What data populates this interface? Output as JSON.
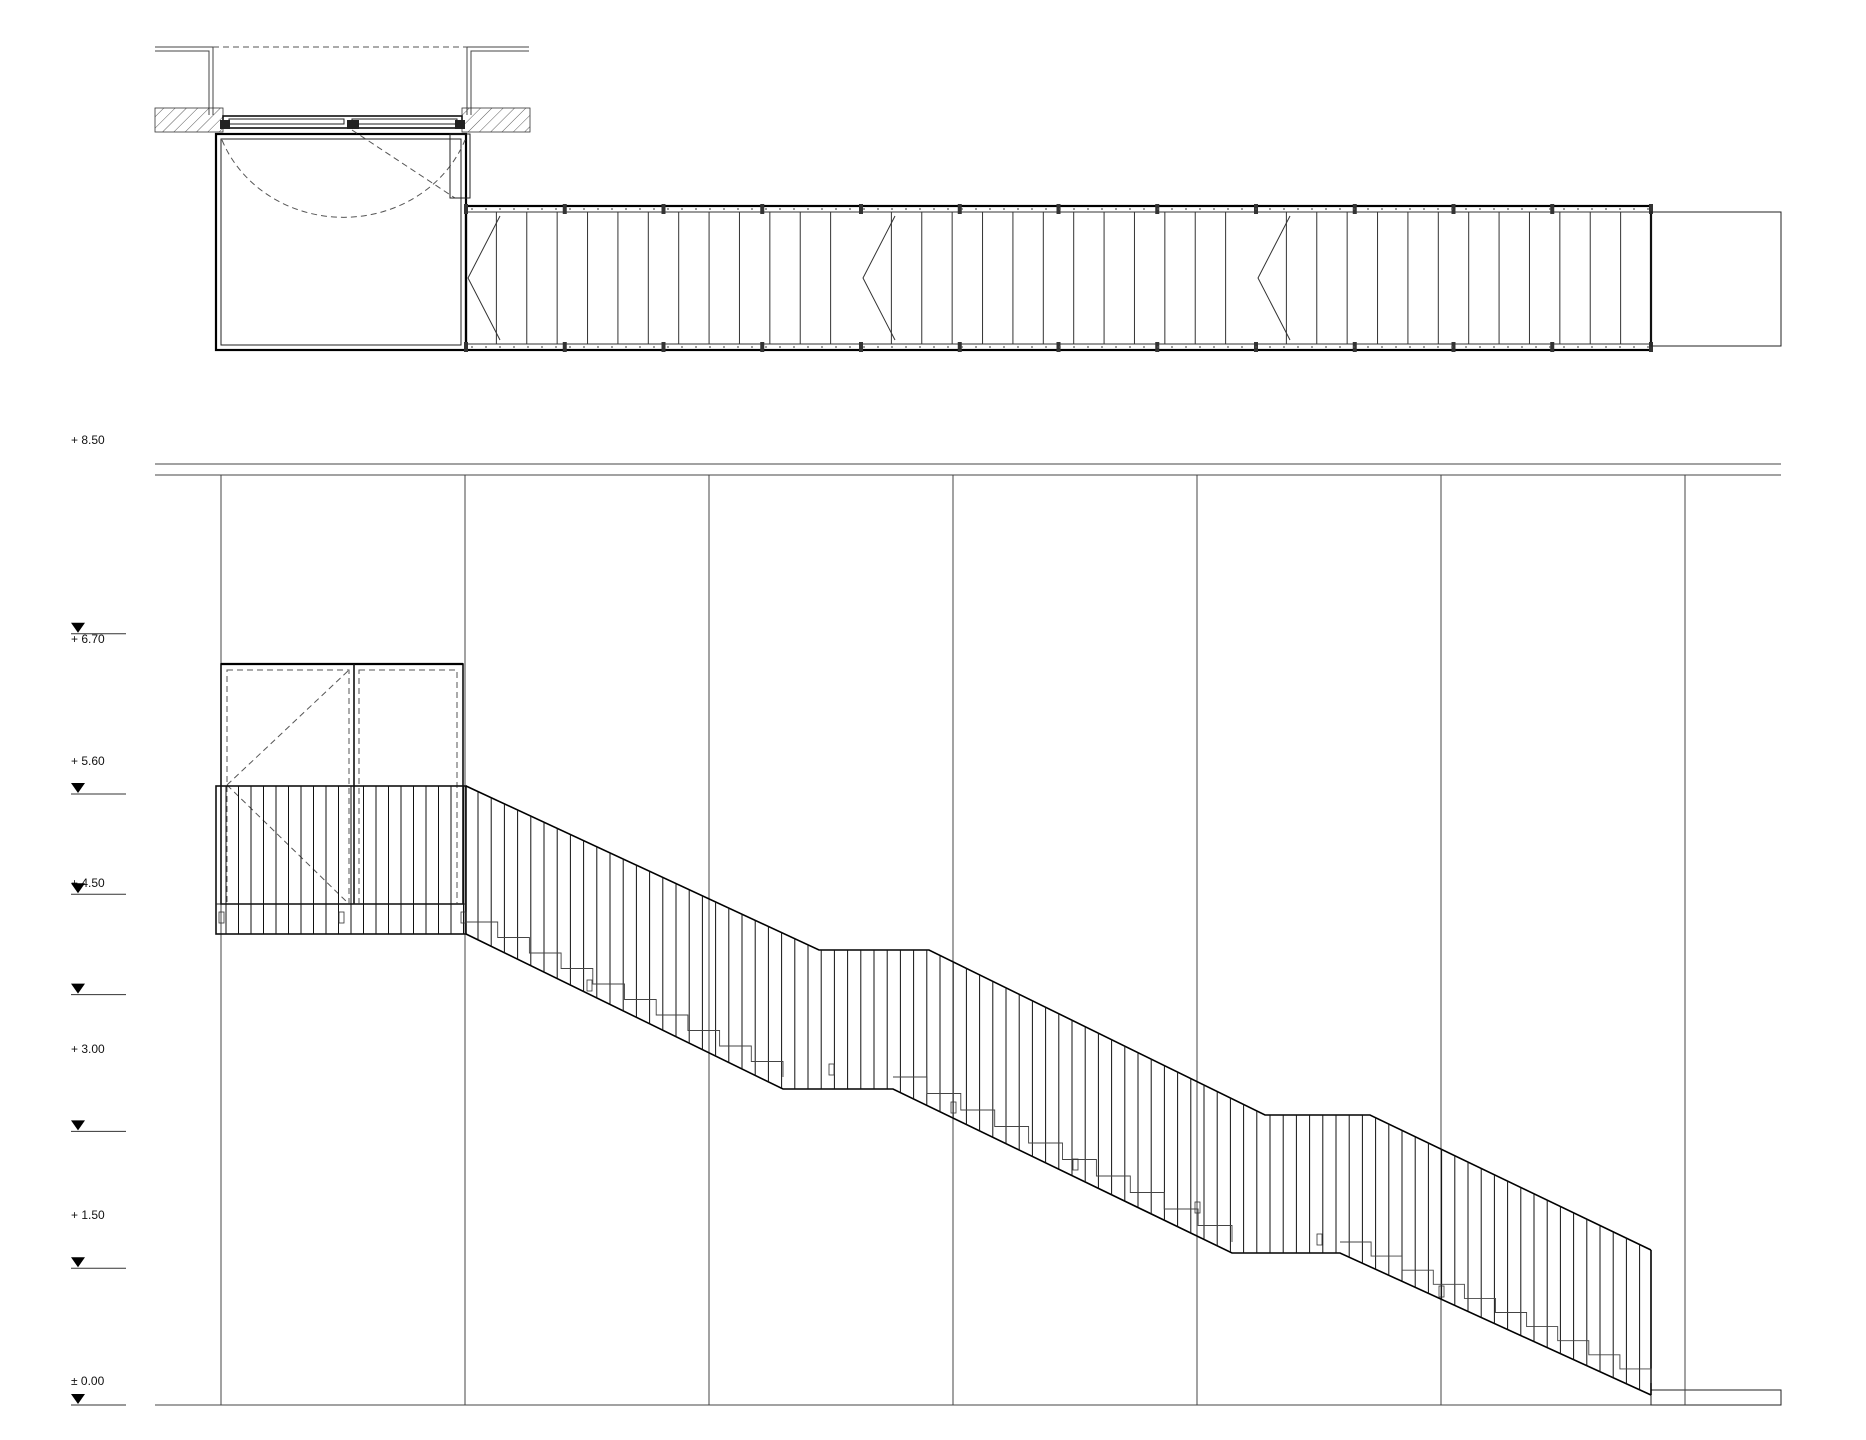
{
  "levels": [
    {
      "label": "+ 8.50",
      "value": 8.5
    },
    {
      "label": "+ 6.70",
      "value": 6.7
    },
    {
      "label": "+ 5.60",
      "value": 5.6
    },
    {
      "label": "+ 4.50",
      "value": 4.5
    },
    {
      "label": "+ 3.00",
      "value": 3.0
    },
    {
      "label": "+ 1.50",
      "value": 1.5
    },
    {
      "label": "± 0.00",
      "value": 0.0
    }
  ],
  "flights": 3,
  "steps_per_flight": 10,
  "bays": 6,
  "colors": {
    "line": "#222222",
    "background": "#ffffff"
  }
}
